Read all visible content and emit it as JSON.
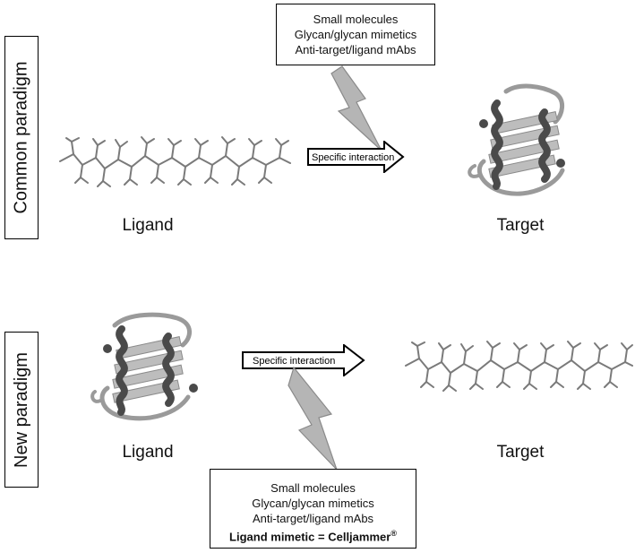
{
  "top": {
    "paradigm_label": "Common paradigm",
    "callout_lines": [
      "Small molecules",
      "Glycan/glycan mimetics",
      "Anti-target/ligand mAbs"
    ],
    "arrow_label": "Specific interaction",
    "left_caption": "Ligand",
    "right_caption": "Target"
  },
  "bottom": {
    "paradigm_label": "New paradigm",
    "callout_lines": [
      "Small molecules",
      "Glycan/glycan mimetics",
      "Anti-target/ligand mAbs"
    ],
    "callout_bold_line": "Ligand mimetic = Celljammer",
    "callout_bold_sup": "®",
    "arrow_label": "Specific interaction",
    "left_caption": "Ligand",
    "right_caption": "Target"
  },
  "colors": {
    "bolt_fill": "#b5b5b5",
    "bolt_stroke": "#8a8a8a",
    "helix_dark": "#4a4a4a",
    "sheet_light": "#bdbdbd",
    "chain": "#7a7a7a"
  },
  "icons": [
    "lightning-bolt-icon",
    "arrow-right-icon",
    "glycan-chain-icon",
    "protein-structure-icon"
  ]
}
